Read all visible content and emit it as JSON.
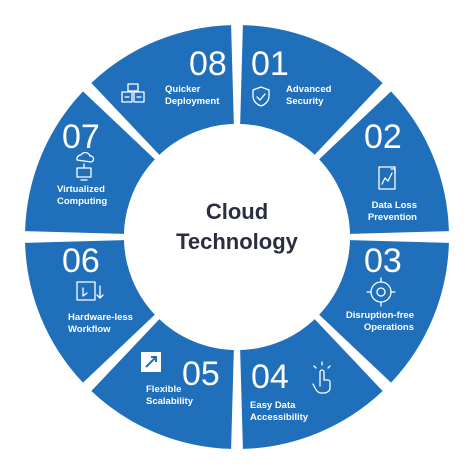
{
  "center": {
    "line1": "Cloud",
    "line2": "Technology"
  },
  "colors": {
    "segment": "#1f6fba",
    "background": "#ffffff",
    "center_text": "#2b2d42"
  },
  "segments": [
    {
      "number": "01",
      "label1": "Advanced",
      "label2": "Security",
      "icon": "shield-check-icon"
    },
    {
      "number": "02",
      "label1": "Data Loss",
      "label2": "Prevention",
      "icon": "document-chart-icon"
    },
    {
      "number": "03",
      "label1": "Disruption-free",
      "label2": "Operations",
      "icon": "gear-cycle-icon"
    },
    {
      "number": "04",
      "label1": "Easy Data",
      "label2": "Accessibility",
      "icon": "hand-pointer-icon"
    },
    {
      "number": "05",
      "label1": "Flexible",
      "label2": "Scalability",
      "icon": "expand-arrow-icon"
    },
    {
      "number": "06",
      "label1": "Hardware-less",
      "label2": "Workflow",
      "icon": "workflow-icon"
    },
    {
      "number": "07",
      "label1": "Virtualized",
      "label2": "Computing",
      "icon": "cloud-computer-icon"
    },
    {
      "number": "08",
      "label1": "Quicker",
      "label2": "Deployment",
      "icon": "server-stack-icon"
    }
  ]
}
